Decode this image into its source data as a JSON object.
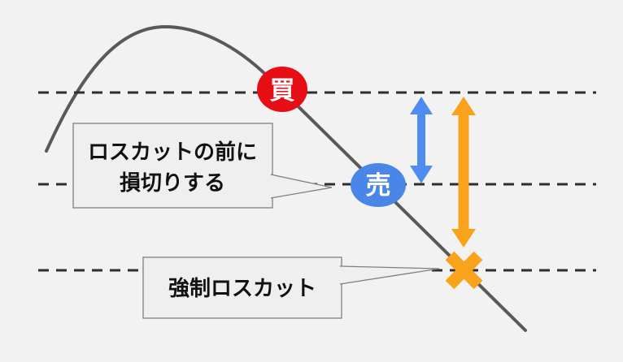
{
  "colors": {
    "background": "#f2f2f2",
    "price_curve": "#595959",
    "dashed_line": "#2e2e2e",
    "buy_marker": "#e60d15",
    "sell_marker": "#4a86e8",
    "small_loss_arrow": "#4e8cf0",
    "large_loss_arrow": "#f9a21c",
    "losscut_x": "#f9a21c",
    "callout_fill": "#efefef",
    "callout_border": "#7f7f7f",
    "callout_text": "#111111",
    "marker_text": "#ffffff"
  },
  "markers": {
    "buy": {
      "label": "買"
    },
    "sell": {
      "label": "売"
    }
  },
  "callouts": {
    "stop_loss": {
      "line1": "ロスカットの前に",
      "line2": "損切りする"
    },
    "forced_losscut": {
      "label": "強制ロスカット"
    }
  },
  "icons": {
    "losscut_marker": "x-mark-icon",
    "small_loss_arrow": "vertical-double-arrow-icon",
    "large_loss_arrow": "vertical-double-arrow-icon"
  }
}
